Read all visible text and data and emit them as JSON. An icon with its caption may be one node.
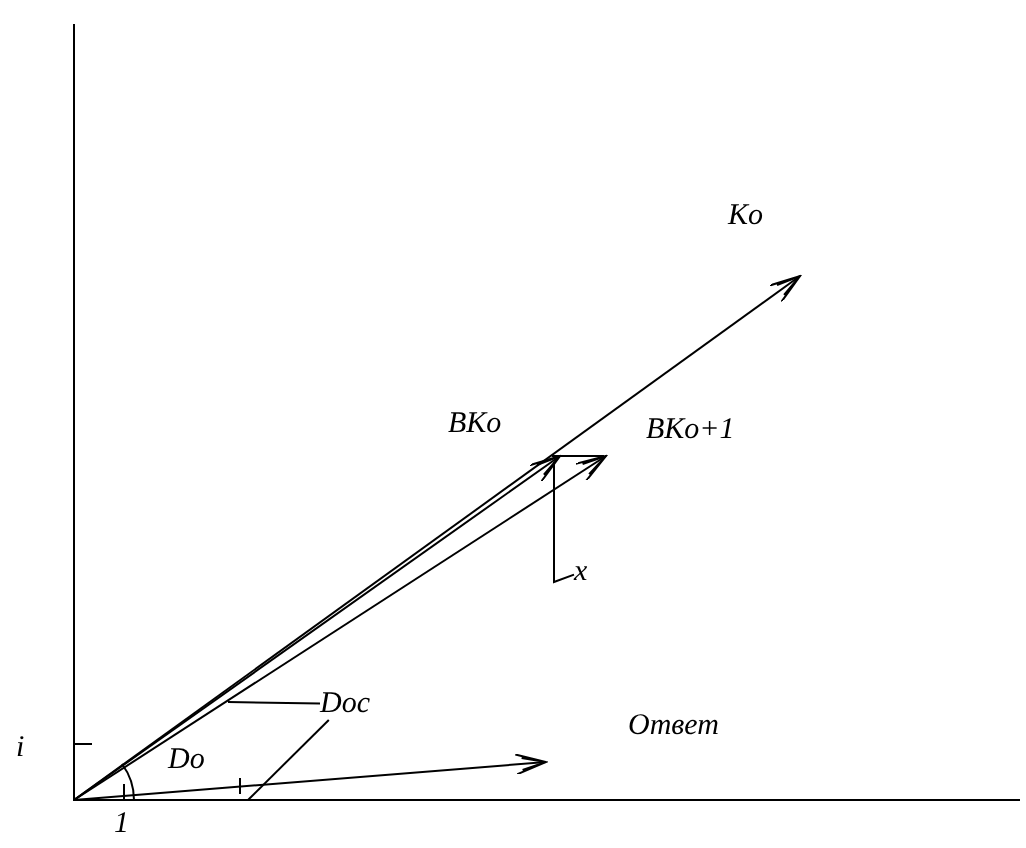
{
  "diagram": {
    "nodes": [
      {
        "text": [
          "Doc"
        ]
      },
      {
        "text": [
          "x"
        ]
      }
    ],
    "edges": [
      {
        "from": 0,
        "to": null,
        "arrow": "none"
      },
      {
        "from": 0,
        "to": null,
        "arrow": "none"
      },
      {
        "from": 1,
        "to": null,
        "arrow": "none"
      }
    ],
    "labels": [
      "Ko",
      "BKo",
      "BKo+1",
      "i",
      "Do",
      "Ответ",
      "1"
    ]
  }
}
